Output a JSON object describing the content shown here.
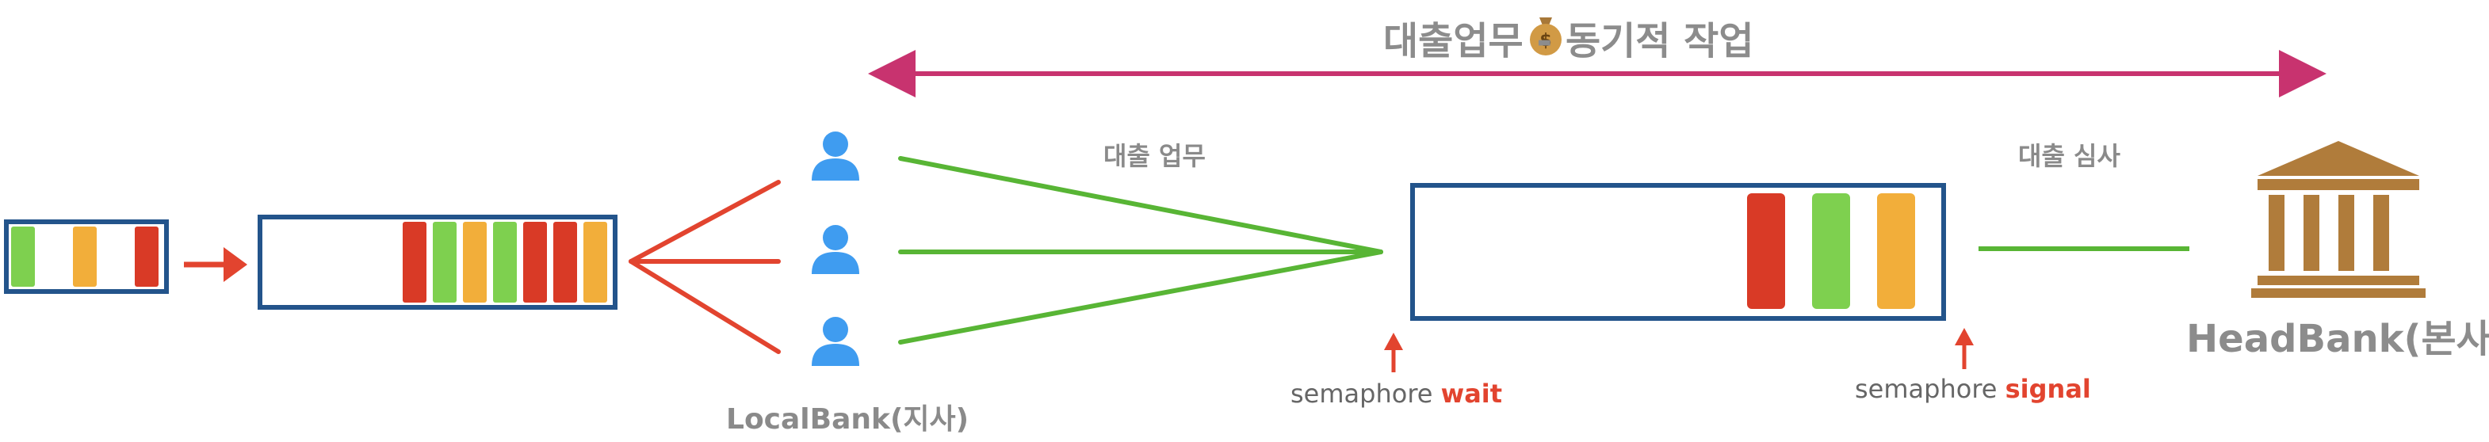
{
  "title": {
    "text": "대출업무 - 동기적 작업",
    "money_icon": "money-bag-icon"
  },
  "labels": {
    "loan_work": "대출 업무",
    "loan_review": "대출 심사",
    "local_bank": "LocalBank(지사)",
    "head_bank": "HeadBank(본사)"
  },
  "semaphore": {
    "prefix": "semaphore",
    "wait": "wait",
    "signal": "signal"
  },
  "colors": {
    "red": "#d93a26",
    "green": "#7ed04f",
    "orange": "#f2ae3a",
    "border_blue": "#23548b",
    "arrow_red": "#e2442f",
    "line_green": "#58b535",
    "magenta": "#c8336f",
    "person_blue": "#3f9cf0",
    "bank_brown": "#b07c3b"
  },
  "queues": {
    "source_queue": [
      "green",
      "orange",
      "red"
    ],
    "local_queue": [
      "red",
      "green",
      "orange",
      "green",
      "red",
      "red",
      "orange"
    ],
    "semaphore_queue": [
      "red",
      "green",
      "orange"
    ]
  },
  "workers": [
    "person-icon",
    "person-icon",
    "person-icon"
  ]
}
